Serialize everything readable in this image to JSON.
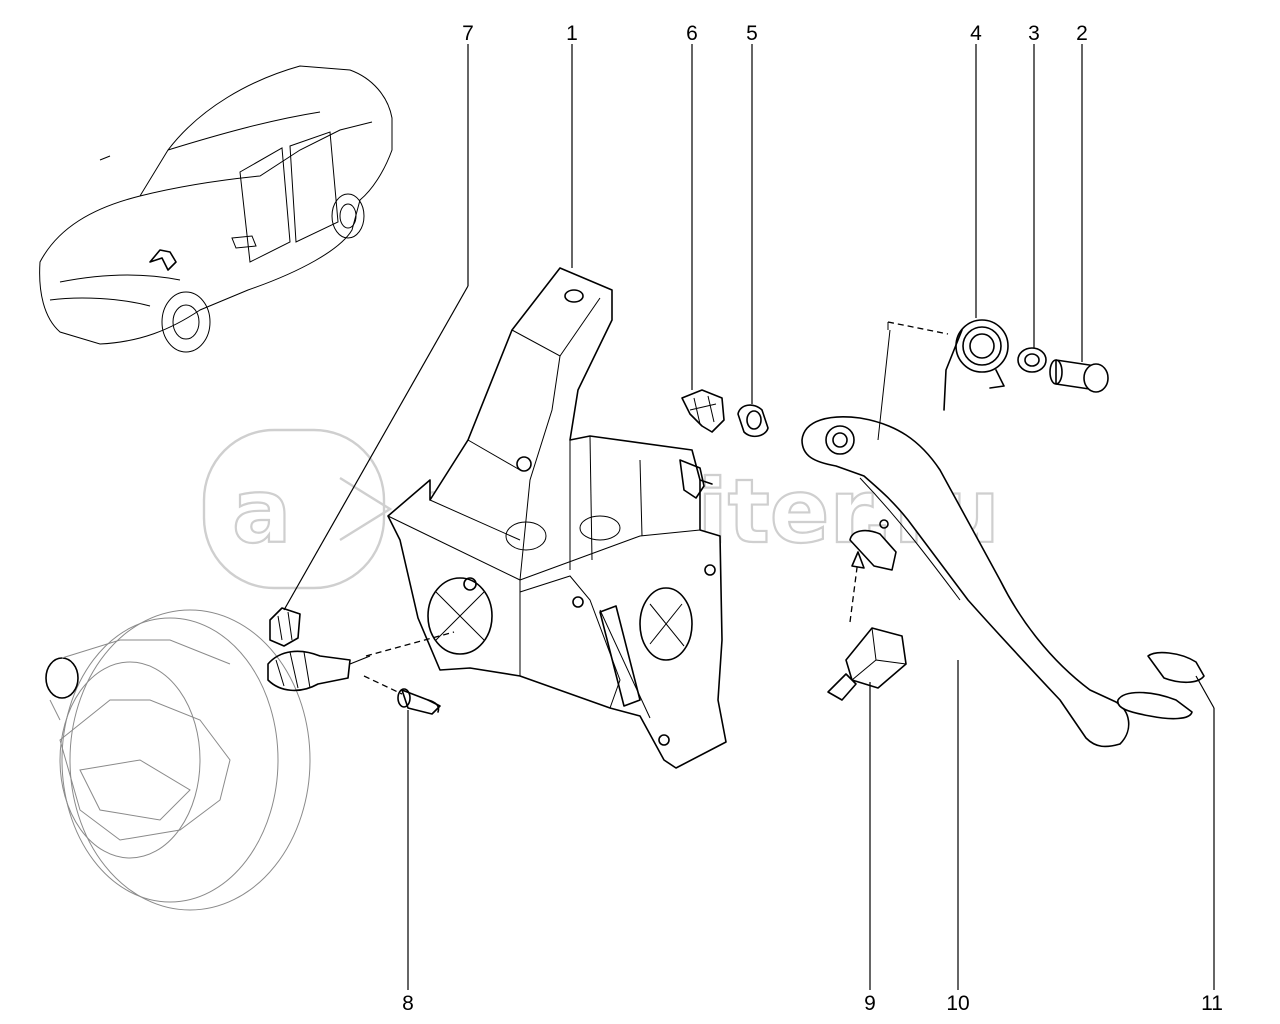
{
  "watermark": {
    "text": "autopiter.ru",
    "logo_glyph": "a"
  },
  "callouts": [
    "1",
    "2",
    "3",
    "4",
    "5",
    "6",
    "7",
    "8",
    "9",
    "10",
    "11"
  ]
}
